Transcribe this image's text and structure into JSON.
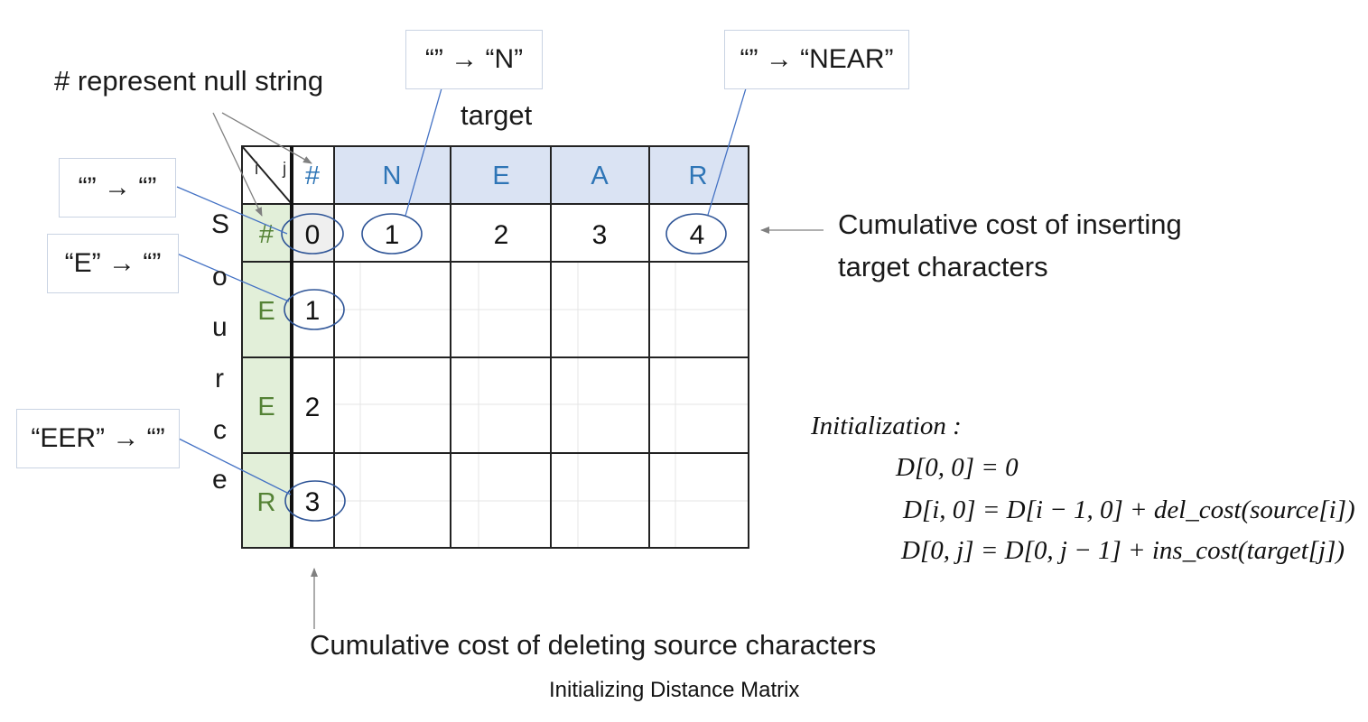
{
  "caption": "Initializing Distance Matrix",
  "target_label": "target",
  "source_letters": [
    "S",
    "o",
    "u",
    "r",
    "c",
    "e"
  ],
  "corner": {
    "i": "i",
    "j": "j"
  },
  "header_row": [
    "#",
    "N",
    "E",
    "A",
    "R"
  ],
  "row_headers": [
    "#",
    "E",
    "E",
    "R"
  ],
  "first_row_values": [
    "0",
    "1",
    "2",
    "3",
    "4"
  ],
  "first_col_values": [
    "0",
    "1",
    "2",
    "3"
  ],
  "callouts": {
    "null_string": "# represent null string",
    "empty_to_empty": "“” → “”",
    "empty_to_n": "“” → “N”",
    "empty_to_near": "“” → “NEAR”",
    "e_to_empty": "“E” → “”",
    "eer_to_empty": "“EER” → “”",
    "insert_line1": "Cumulative cost of inserting",
    "insert_line2": "target characters",
    "delete": "Cumulative cost of deleting source characters"
  },
  "formula": {
    "title": "Initialization :",
    "line1": "D[0, 0] = 0",
    "line2": "D[i, 0] = D[i − 1, 0] + del_cost(source[i])",
    "line3": "D[0, j] = D[0, j − 1] + ins_cost(target[j])"
  },
  "colors": {
    "header_fill": "#dae3f3",
    "header_text": "#2e75b6",
    "rowhead_fill": "#e2efd9",
    "rowhead_text": "#548235",
    "callout_line": "#4472c4",
    "arrow": "#808080",
    "grid": "#222222"
  }
}
